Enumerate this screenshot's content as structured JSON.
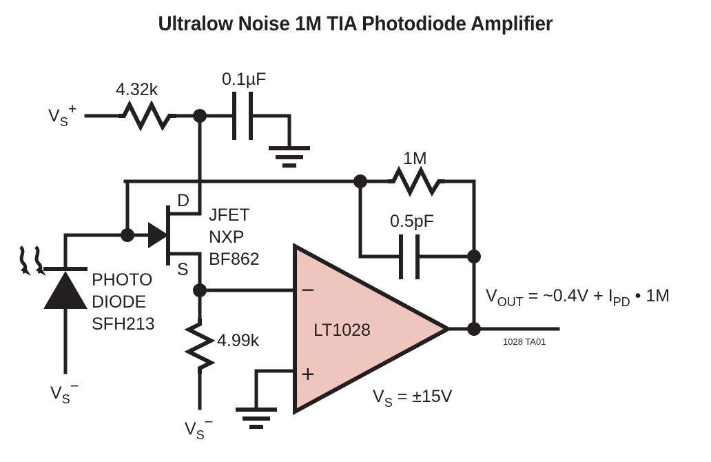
{
  "title": "Ultralow Noise 1M TIA Photodiode Amplifier",
  "caption": "1028 TA01",
  "colors": {
    "ink": "#231f20",
    "opamp_fill": "#eec6bd",
    "background": "#ffffff"
  },
  "supplies": {
    "positive": {
      "base": "V",
      "sub": "S",
      "sup": "+"
    },
    "negative_photodiode": {
      "base": "V",
      "sub": "S",
      "sup": "−"
    },
    "negative_source": {
      "base": "V",
      "sub": "S",
      "sup": "−"
    },
    "rail_note": "V",
    "rail_note_sub": "S",
    "rail_note_rest": " = ±15V"
  },
  "components": {
    "r_bias": {
      "name": "resistor",
      "value": "4.32k"
    },
    "c_bypass": {
      "name": "capacitor",
      "value": "0.1µF"
    },
    "r_feedback": {
      "name": "resistor",
      "value": "1M"
    },
    "c_feedback": {
      "name": "capacitor",
      "value": "0.5pF"
    },
    "r_source": {
      "name": "resistor",
      "value": "4.99k"
    },
    "jfet": {
      "line1": "JFET",
      "line2": "NXP",
      "line3": "BF862",
      "drain_label": "D",
      "source_label": "S"
    },
    "photodiode": {
      "line1": "PHOTO",
      "line2": "DIODE",
      "line3": "SFH213"
    },
    "opamp": {
      "part": "LT1028",
      "inverting_label": "−",
      "noninverting_label": "+"
    }
  },
  "output_equation": {
    "base": "V",
    "sub": "OUT",
    "mid": " = ~0.4V + I",
    "sub2": "PD",
    "tail": " • 1M"
  }
}
